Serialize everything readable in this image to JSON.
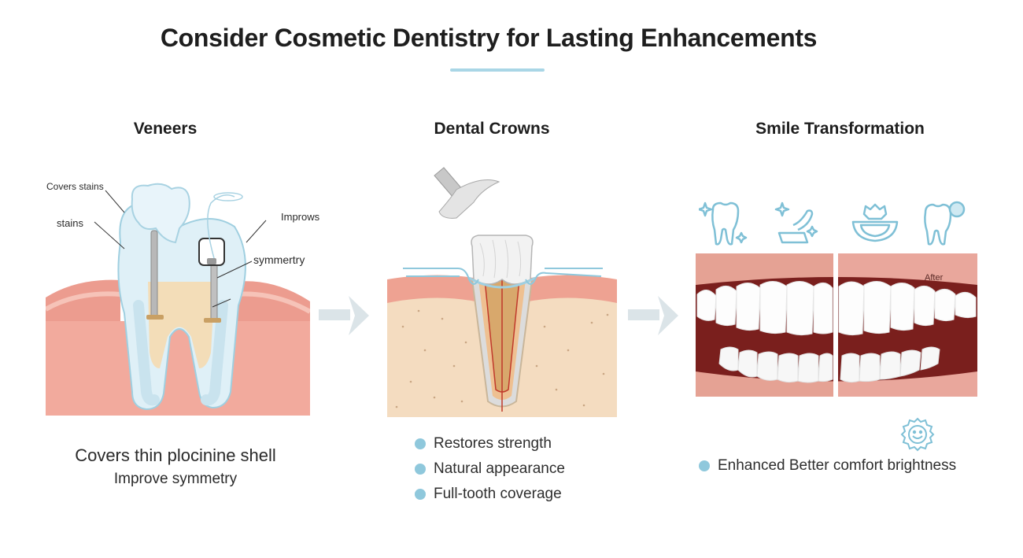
{
  "title": "Consider Cosmetic Dentistry for Lasting Enhancements",
  "accent_color": "#a9d6e6",
  "sections": [
    {
      "heading": "Veneers",
      "callouts": [
        "Covers stains",
        "stains",
        "Improws",
        "symmertry"
      ],
      "caption_line1": "Covers thin plocinine shell",
      "caption_line2": "Improve symmetry"
    },
    {
      "heading": "Dental Crowns",
      "bullets": [
        "Restores strength",
        "Natural appearance",
        "Full-tooth coverage"
      ]
    },
    {
      "heading": "Smile Transformation",
      "photo_label": "After",
      "icons": [
        "sparkling-tooth-icon",
        "polishing-icon",
        "smile-arc-icon",
        "shining-tooth-icon",
        "smile-badge-icon"
      ],
      "bullets": [
        "Enhanced Better comfort brightness"
      ]
    }
  ]
}
